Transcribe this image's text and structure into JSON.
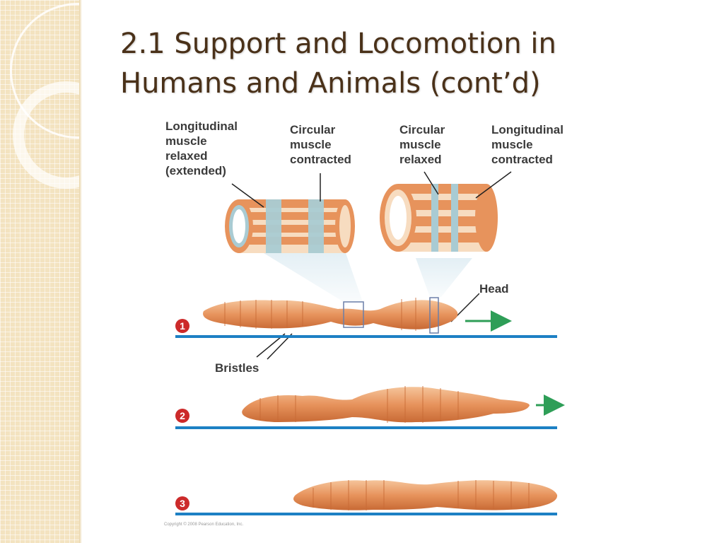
{
  "slide": {
    "title_line1": "2.1 Support and Locomotion in",
    "title_line2": "Humans and Animals (cont’d)"
  },
  "diagram": {
    "labels": {
      "longitudinal_relaxed": "Longitudinal\nmuscle\nrelaxed\n(extended)",
      "circular_contracted": "Circular\nmuscle\ncontracted",
      "circular_relaxed": "Circular\nmuscle\nrelaxed",
      "longitudinal_contracted": "Longitudinal\nmuscle\ncontracted",
      "head": "Head",
      "bristles": "Bristles"
    },
    "steps": [
      "1",
      "2",
      "3"
    ],
    "copyright": "Copyright © 2008 Pearson Education, Inc."
  },
  "colors": {
    "title_text": "#4a3119",
    "sidebar": "#f3e3c0",
    "muscle_orange": "#e7935c",
    "muscle_pale": "#f7dcc0",
    "circular_band": "#a9cbd3",
    "ground_line": "#1d80c4",
    "arrow": "#2e9e57",
    "step_badge": "#cc2a2a"
  }
}
